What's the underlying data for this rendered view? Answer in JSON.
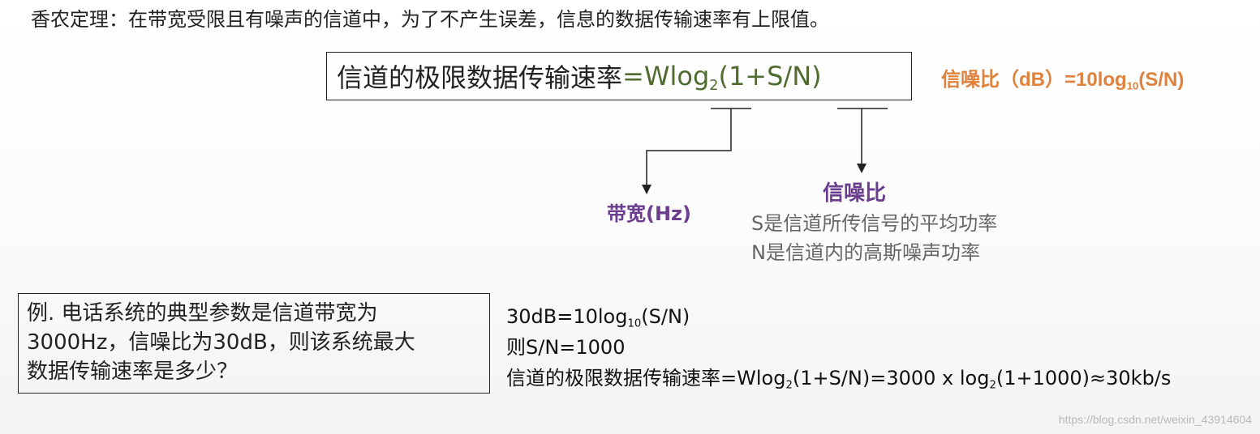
{
  "header": {
    "title": "香农定理：在带宽受限且有噪声的信道中，为了不产生误差，信息的数据传输速率有上限值。"
  },
  "formula": {
    "label_cn": "信道的极限数据传输速率",
    "expr_pre": "=Wlog",
    "expr_sub": "2",
    "expr_post": "(1+S/N)"
  },
  "snr_db": {
    "pre": "信噪比（dB）=10log",
    "sub": "10",
    "post": "(S/N)"
  },
  "annotations": {
    "bandwidth_label": "带宽(Hz)",
    "snr_label": "信噪比",
    "s_desc": "S是信道所传信号的平均功率",
    "n_desc": "N是信道内的高斯噪声功率"
  },
  "example": {
    "lines": [
      "例. 电话系统的典型参数是信道带宽为",
      "3000Hz，信噪比为30dB，则该系统最大",
      "数据传输速率是多少？"
    ]
  },
  "solution": {
    "line1_pre": "30dB=10log",
    "line1_sub": "10",
    "line1_post": "(S/N)",
    "line2": "则S/N=1000",
    "line3_a": "信道的极限数据传输速率=Wlog",
    "line3_sub1": "2",
    "line3_b": "(1+S/N)=3000 x log",
    "line3_sub2": "2",
    "line3_c": "(1+1000)≈30kb/s"
  },
  "watermark": "https://blog.csdn.net/weixin_43914604",
  "colors": {
    "formula_expr": "#4f6b2f",
    "snr_db": "#e0823c",
    "annotation_label": "#6a3d8f",
    "annotation_desc": "#666666"
  }
}
